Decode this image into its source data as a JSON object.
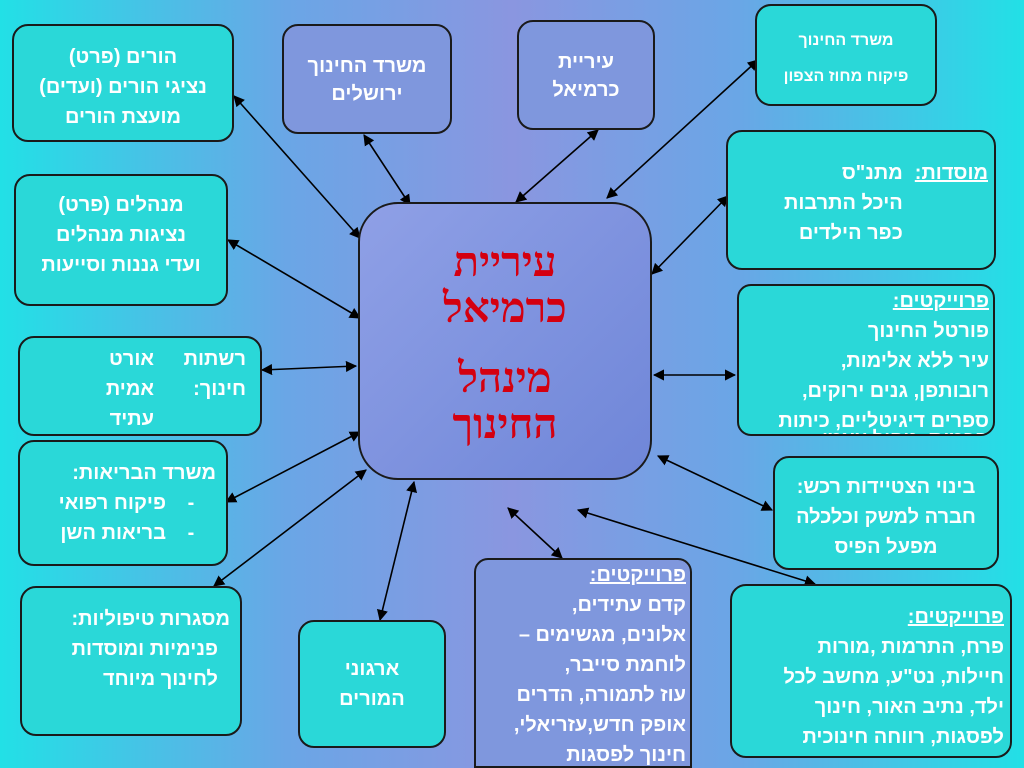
{
  "center": {
    "line1": "עיריית",
    "line2": "כרמיאל",
    "line3": "מינהל",
    "line4": "החינוך"
  },
  "parents": {
    "line1": "הורים (פרט)",
    "line2": "נציגי הורים (ועדים)",
    "line3": "מועצת הורים"
  },
  "ministry_jerusalem": {
    "line1": "משרד החינוך",
    "line2": "ירושלים"
  },
  "municipality": {
    "line1": "עיריית",
    "line2": "כרמיאל"
  },
  "ministry_north": {
    "line1": "משרד החינוך",
    "line2": "פיקוח  מחוז הצפון"
  },
  "principals": {
    "line1": "מנהלים (פרט)",
    "line2": "נציגות מנהלים",
    "line3": "ועדי גננות וסייעות"
  },
  "institutions": {
    "label": "מוסדות:",
    "line1": "מתנ\"ס",
    "line2": "היכל התרבות",
    "line3": "כפר הילדים"
  },
  "networks": {
    "line1_a": "רשתות",
    "line1_b": "אורט",
    "line2_a": "חינוך:",
    "line2_b": "אמית",
    "line3_b": "עתיד"
  },
  "projects_right": {
    "label": "פרוייקטים:",
    "line1": "פורטל החינוך",
    "line2": "עיר ללא אלימות,",
    "line3": "רובותפן, גנים ירוקים,",
    "line4": "ספרים דיגיטליים, כיתות",
    "line5": "חכמות, ניהול עצמי"
  },
  "health": {
    "line1": "משרד הבריאות:",
    "line2": "פיקוח רפואי",
    "line3": "בריאות השן",
    "bullet": "-"
  },
  "excellence": {
    "line1": "בינוי הצטיידות רכש:",
    "line2": "חברה למשק וכלכלה",
    "line3": "מפעל הפיס"
  },
  "therapy": {
    "line1": "מסגרות טיפוליות:",
    "line2": "פנימיות ומוסדות",
    "line3": "לחינוך מיוחד"
  },
  "teachers_orgs": {
    "line1": "ארגוני",
    "line2": "המורים"
  },
  "projects_mid": {
    "label": "פרוייקטים:",
    "line1": "קדם עתידים,",
    "line2": "אלונים, מגשימים –",
    "line3": "לוחמת סייבר,",
    "line4": "עוז לתמורה, הדרים",
    "line5": "אופק חדש,עזריאלי,",
    "line6": "חינוך לפסגות"
  },
  "projects_bottom_right": {
    "label": "פרוייקטים:",
    "line1": "פרח, התרמות ,מורות",
    "line2": "חיילות, נט\"ע, מחשב לכל",
    "line3": "ילד, נתיב האור, חינוך",
    "line4": "לפסגות, רווחה חינוכית"
  }
}
